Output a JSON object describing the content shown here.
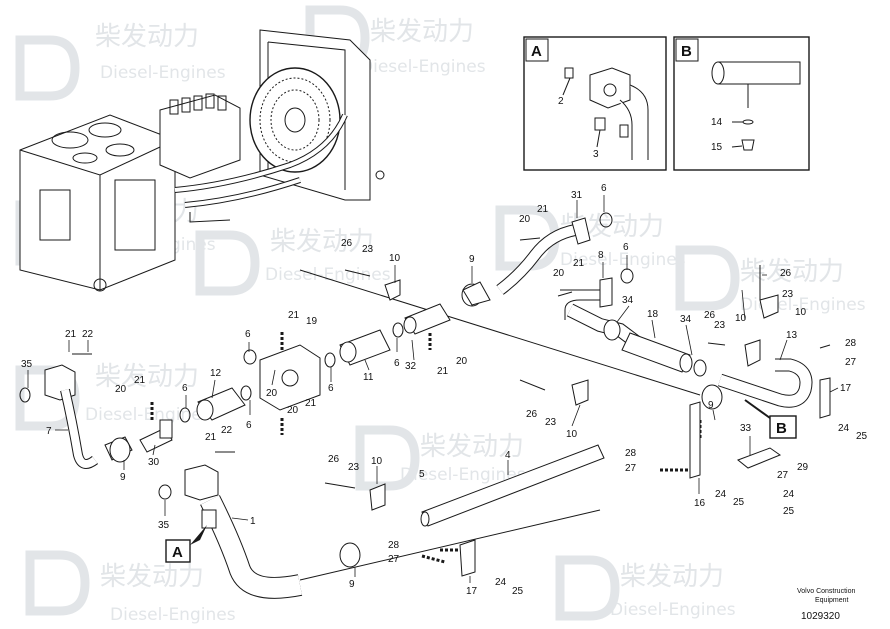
{
  "watermark": {
    "brand_cn": "柴发动力",
    "brand_en": "Diesel-Engines"
  },
  "footer": {
    "company_line1": "Volvo Construction",
    "company_line2": "Equipment",
    "drawing_number": "1029320"
  },
  "detail_views": {
    "a": {
      "label": "A"
    },
    "b": {
      "label": "B"
    }
  },
  "callouts": {
    "a": "A",
    "b": "B"
  },
  "part_numbers": {
    "n1": "1",
    "n2": "2",
    "n3": "3",
    "n4": "4",
    "n5": "5",
    "n6": "6",
    "n7": "7",
    "n8": "8",
    "n9": "9",
    "n10": "10",
    "n11": "11",
    "n12": "12",
    "n13": "13",
    "n14": "14",
    "n15": "15",
    "n16": "16",
    "n17": "17",
    "n18": "18",
    "n19": "19",
    "n20": "20",
    "n21": "21",
    "n22": "22",
    "n23": "23",
    "n24": "24",
    "n25": "25",
    "n26": "26",
    "n27": "27",
    "n28": "28",
    "n29": "29",
    "n30": "30",
    "n31": "31",
    "n32": "32",
    "n33": "33",
    "n34": "34",
    "n35": "35"
  },
  "colors": {
    "line": "#1a1a1a",
    "watermark": "#dfe3e6",
    "background": "#ffffff"
  }
}
